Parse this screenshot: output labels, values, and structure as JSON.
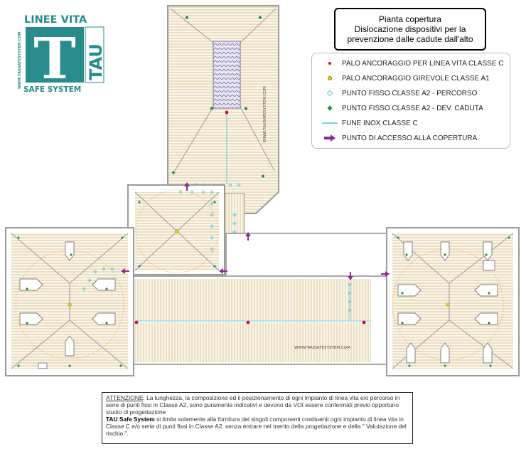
{
  "logo": {
    "top_text": "LINEE VITA",
    "big_letter": "T",
    "side_text": "TAU",
    "vertical_url": "WWW.TAUSAFESYSTEM.COM",
    "bottom_text": "SAFE SYSTEM"
  },
  "title": {
    "line1": "Pianta copertura",
    "line2": "Dislocazione dispositivi per la",
    "line3": "prevenzione dalle cadute dall'alto"
  },
  "legend": {
    "items": [
      {
        "label": "PALO ANCORAGGIO PER LINEA VITA CLASSE C",
        "symbol": "red-dot",
        "color": "#c8102e"
      },
      {
        "label": "PALO ANCORAGGIO GIREVOLE CLASSE A1",
        "symbol": "yellow-dot",
        "color": "#e8d020"
      },
      {
        "label": "PUNTO FISSO CLASSE A2 - PERCORSO",
        "symbol": "cyan-diamond",
        "color": "#5ec8d8"
      },
      {
        "label": "PUNTO FISSO CLASSE A2 - DEV. CADUTA",
        "symbol": "green-diamond",
        "color": "#1e8f3a"
      },
      {
        "label": "FUNE INOX CLASSE C",
        "symbol": "cyan-line",
        "color": "#7fd0e0"
      },
      {
        "label": "PUNTO DI ACCESSO ALLA COPERTURA",
        "symbol": "purple-arrow",
        "color": "#8a2b8f"
      }
    ]
  },
  "watermarks": {
    "tower": "WWW.TAUSAFESYSTEM.COM",
    "central": "WWW.TAUSAFESYSTEM.COM"
  },
  "note": {
    "attention_label": "ATTENZIONE",
    "paragraph1": ": La lunghezza, la composizione ed il posizionamento di ogni impianto di linea vita e/o percorso in serie di punti fissi in Classe A2, sono puramente indicativi e devono da VOI essere confermati previo opportuno studio di progettazione",
    "brand": "TAU Safe System",
    "paragraph2": " si limita solamente alla fornitura dei singoli componenti costituenti ogni impianto di linea vita in Classe C e/o serie di punti fissi in Classe A2, senza entrare nel merito della progettazione e della \" Valutazione del rischio \"."
  },
  "colors": {
    "roof_stripe": "#d9c49a",
    "roof_bg": "#fbf6ea",
    "flat_roof": "#ffffff",
    "border_gray": "#9a9a9a",
    "brand_teal": "#2a8b8c",
    "access_arrow": "#8a2b8f"
  }
}
